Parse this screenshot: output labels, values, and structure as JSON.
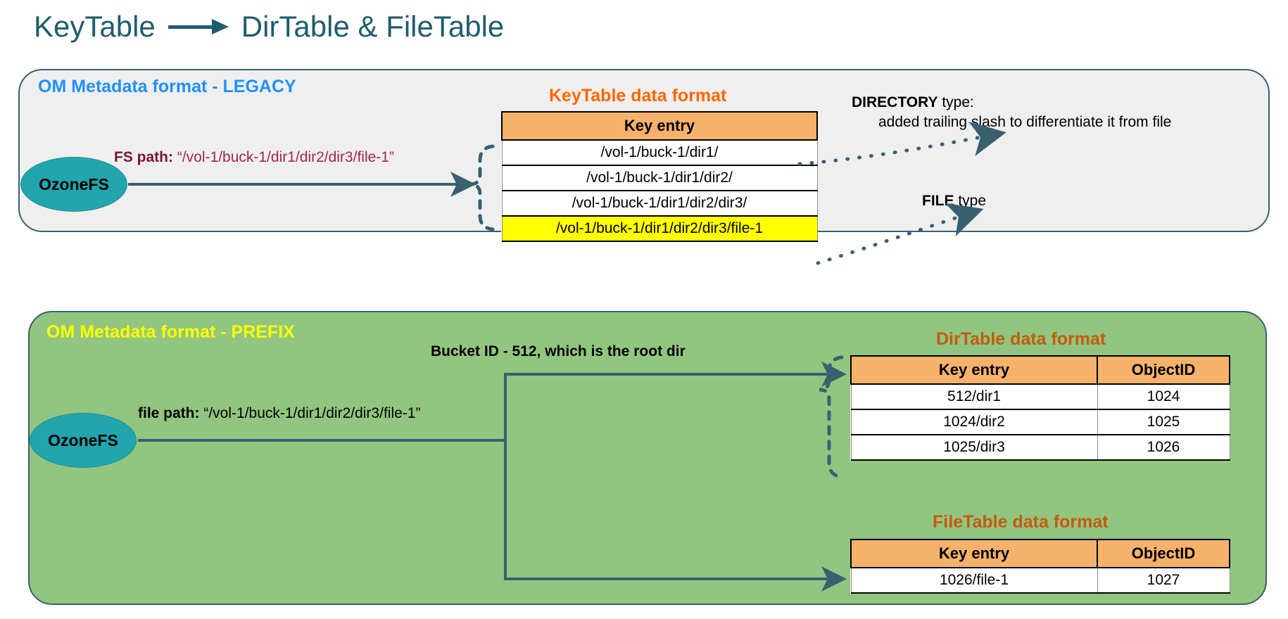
{
  "title": {
    "left": "KeyTable",
    "arrow": "right-arrow-icon",
    "right": "DirTable & FileTable"
  },
  "legacy_panel": {
    "title": "OM Metadata format - LEGACY",
    "node_label": "OzoneFS",
    "path_lead": "FS path:",
    "path_value": "“/vol-1/buck-1/dir1/dir2/dir3/file-1”",
    "table_caption": "KeyTable data format",
    "annotations": {
      "directory_strong": "DIRECTORY",
      "directory_rest": " type:",
      "directory_line2": "added trailing slash to differentiate it from file",
      "file_strong": "FILE",
      "file_rest": " type"
    }
  },
  "prefix_panel": {
    "title": "OM Metadata format - PREFIX",
    "node_label": "OzoneFS",
    "path_lead": "file path:",
    "path_value": "“/vol-1/buck-1/dir1/dir2/dir3/file-1”",
    "bucket_note": "Bucket ID - 512, which is the root dir",
    "dirtable_caption": "DirTable data format",
    "filetable_caption": "FileTable data format"
  },
  "tables": {
    "keytable": {
      "headers": [
        "Key entry"
      ],
      "rows": [
        {
          "cells": [
            "/vol-1/buck-1/dir1/"
          ],
          "highlight": false
        },
        {
          "cells": [
            "/vol-1/buck-1/dir1/dir2/"
          ],
          "highlight": false
        },
        {
          "cells": [
            "/vol-1/buck-1/dir1/dir2/dir3/"
          ],
          "highlight": false
        },
        {
          "cells": [
            "/vol-1/buck-1/dir1/dir2/dir3/file-1"
          ],
          "highlight": true
        }
      ]
    },
    "dirtable": {
      "headers": [
        "Key entry",
        "ObjectID"
      ],
      "rows": [
        {
          "cells": [
            "512/dir1",
            "1024"
          ],
          "highlight": false
        },
        {
          "cells": [
            "1024/dir2",
            "1025"
          ],
          "highlight": false
        },
        {
          "cells": [
            "1025/dir3",
            "1026"
          ],
          "highlight": false
        }
      ]
    },
    "filetable": {
      "headers": [
        "Key entry",
        "ObjectID"
      ],
      "rows": [
        {
          "cells": [
            "1026/file-1",
            "1027"
          ],
          "highlight": false
        }
      ]
    }
  },
  "colors": {
    "title_teal": "#1F5C6E",
    "legacy_panel_bg": "#EFEFEF",
    "legacy_title_blue": "#1E90FF",
    "prefix_panel_bg": "#92C57F",
    "prefix_title_yellow": "#FFFF00",
    "table_header_orange": "#F6B26B",
    "keytable_caption_orange": "#FF6600",
    "dirfile_caption_orange": "#C55A11",
    "highlight_yellow": "#FFFF00",
    "ozone_teal": "#22A5AD",
    "fs_path_maroon": "#A4264D",
    "connector_slate": "#3A6070"
  }
}
